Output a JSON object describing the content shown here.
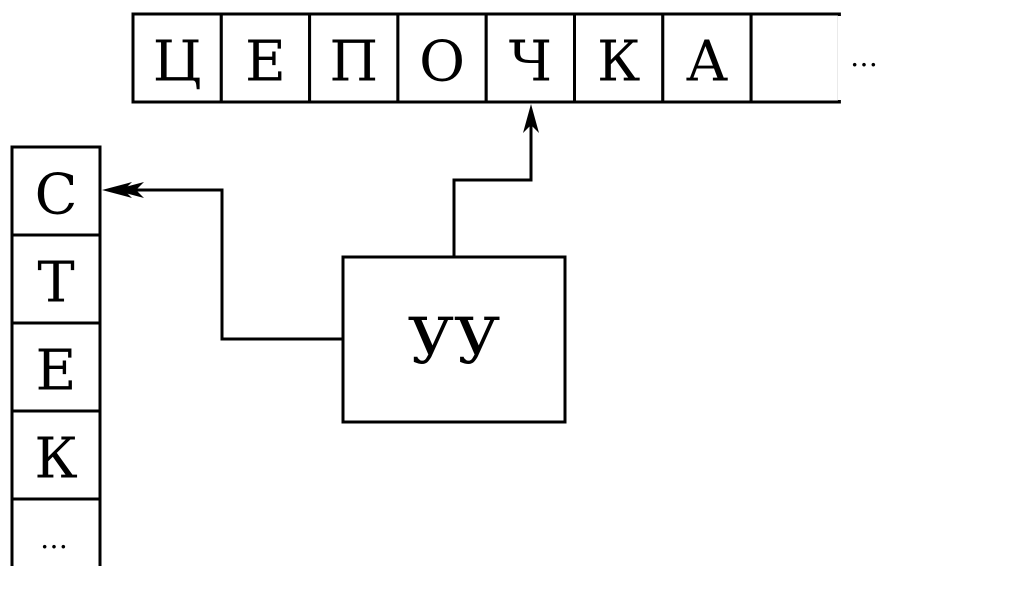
{
  "tape": {
    "cells": [
      "Ц",
      "Е",
      "П",
      "О",
      "Ч",
      "К",
      "А",
      ""
    ],
    "continuation": "…"
  },
  "stack": {
    "cells": [
      "С",
      "Т",
      "Е",
      "К"
    ],
    "continuation": "…"
  },
  "control_unit": {
    "label": "УУ"
  }
}
